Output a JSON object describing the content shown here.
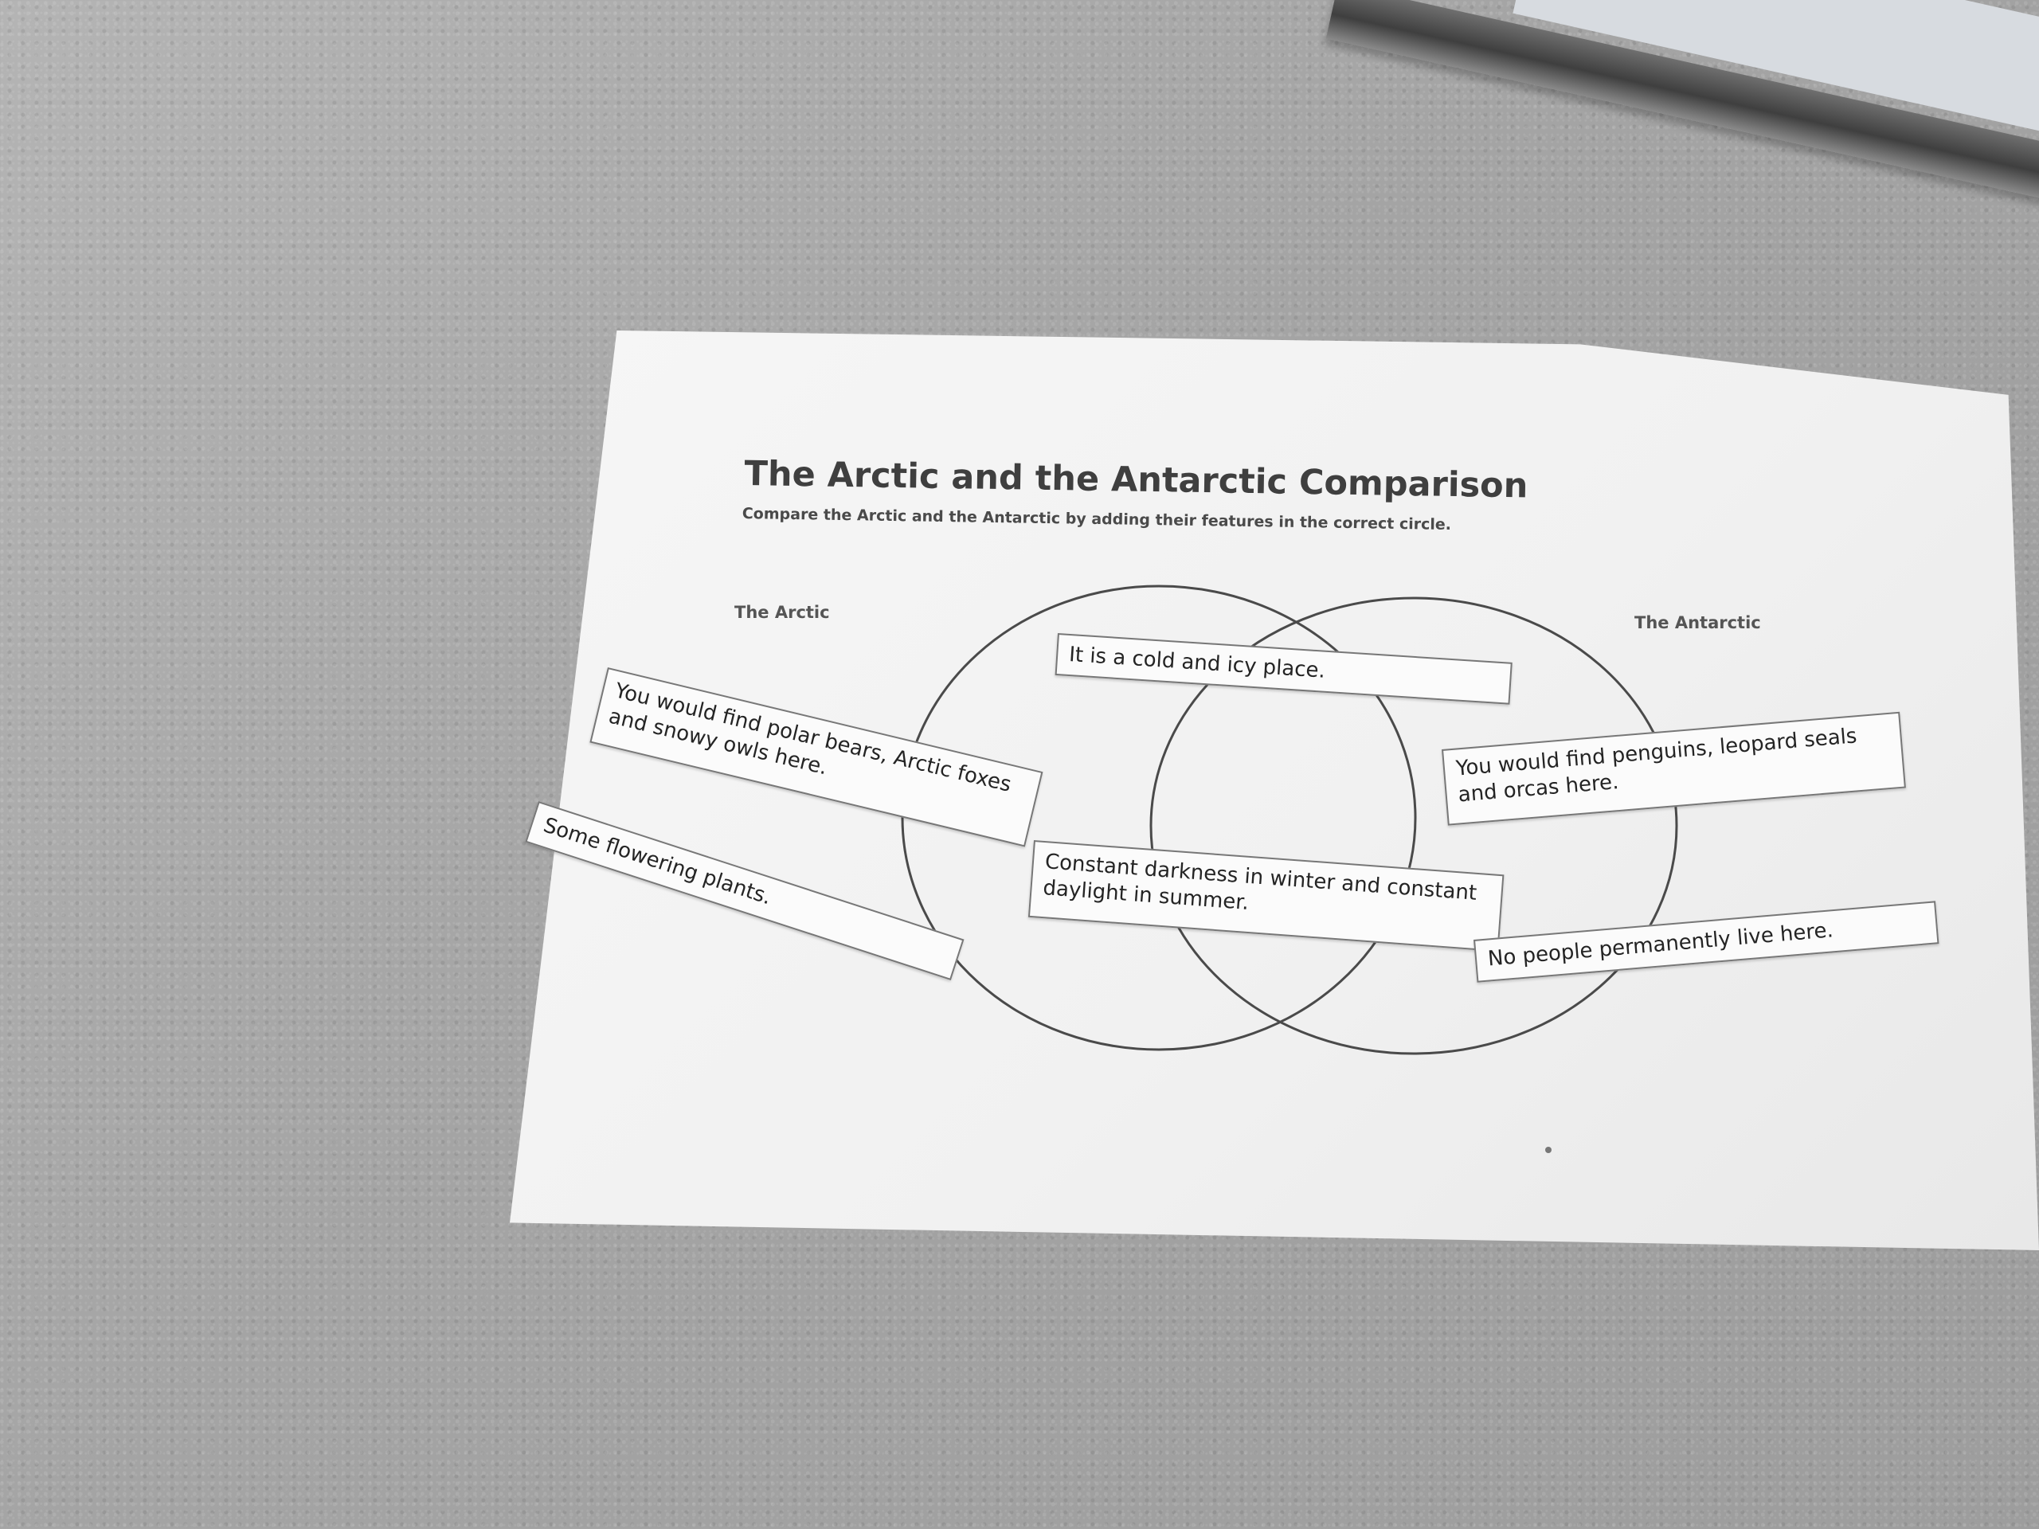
{
  "worksheet": {
    "title": "The Arctic and the Antarctic Comparison",
    "subtitle": "Compare the Arctic and the Antarctic by adding their features in the correct circle.",
    "circle_labels": {
      "arctic": "The Arctic",
      "antarctic": "The Antarctic"
    }
  },
  "strips": {
    "cold_icy": "It is a cold and icy place.",
    "polar_bears": "You would find polar bears, Arctic foxes and snowy owls here.",
    "flowering_plants": "Some flowering plants.",
    "darkness_daylight": "Constant darkness in winter and constant daylight in summer.",
    "penguins": "You would find penguins, leopard seals and orcas here.",
    "no_people": "No people permanently live here."
  },
  "colors": {
    "sheet": "#f2f2f2",
    "table": "#a9a9a9",
    "ink": "#333333"
  }
}
